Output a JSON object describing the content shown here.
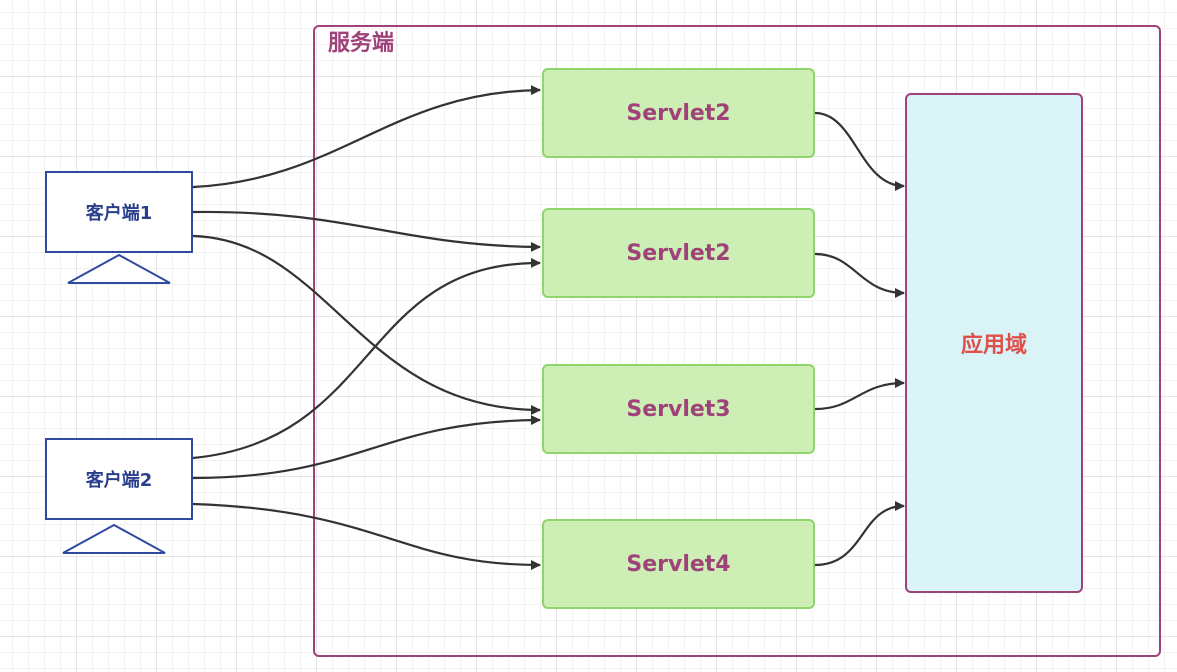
{
  "server": {
    "title": "服务端"
  },
  "servlets": [
    {
      "label": "Servlet2"
    },
    {
      "label": "Servlet2"
    },
    {
      "label": "Servlet3"
    },
    {
      "label": "Servlet4"
    }
  ],
  "app_domain": {
    "label": "应用域"
  },
  "clients": [
    {
      "label": "客户端1"
    },
    {
      "label": "客户端2"
    }
  ],
  "colors": {
    "server_border": "#a0427a",
    "servlet_fill": "#cdeeb4",
    "servlet_border": "#8fd56b",
    "app_domain_fill": "#d9f3f6",
    "app_domain_text": "#e0504b",
    "client_border": "#2f4aa0",
    "arrow": "#333333"
  }
}
